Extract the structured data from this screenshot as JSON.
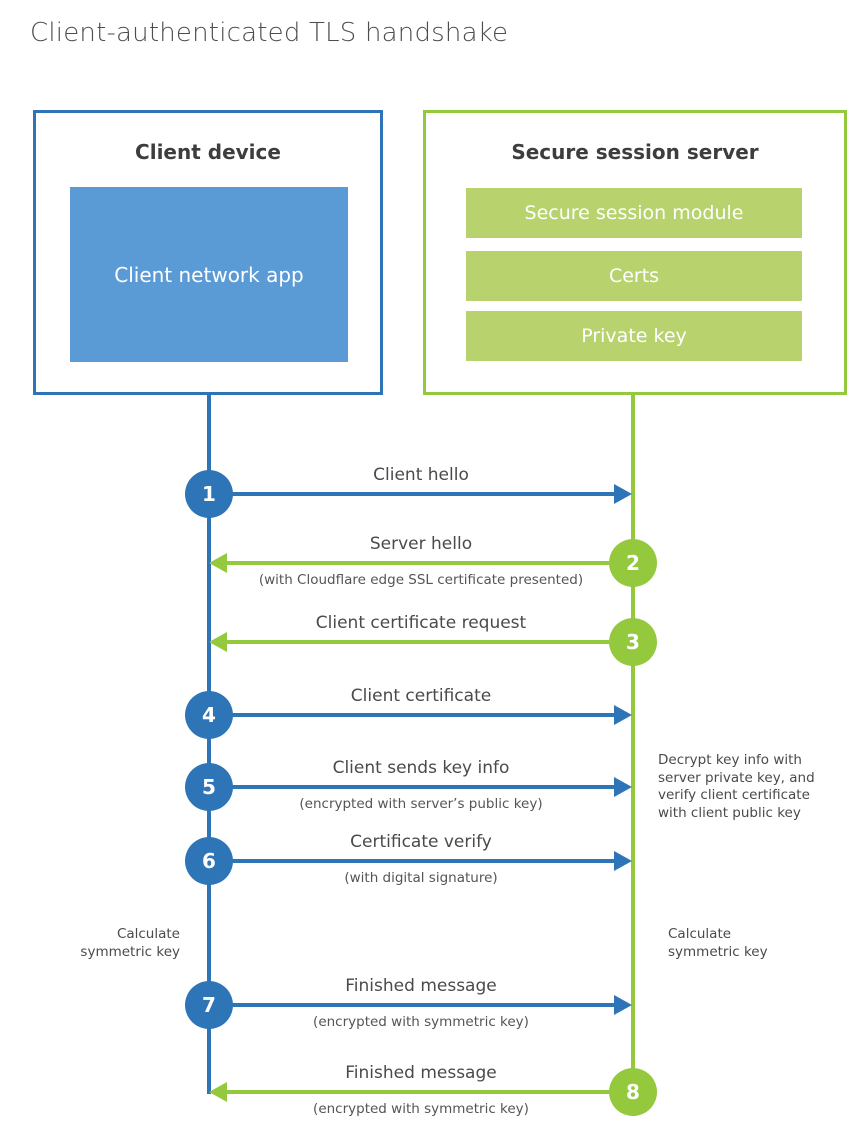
{
  "title": "Client-authenticated TLS handshake",
  "colors": {
    "client_blue": "#2e75b8",
    "client_fill_blue": "#5b9bd5",
    "server_green": "#94c83d",
    "server_fill_green": "#b8d36e"
  },
  "client_box": {
    "title": "Client device",
    "app_label": "Client network app"
  },
  "server_box": {
    "title": "Secure session server",
    "modules": [
      "Secure session module",
      "Certs",
      "Private key"
    ]
  },
  "steps": [
    {
      "num": "1",
      "label": "Client hello",
      "sub": "",
      "direction": "client-to-server",
      "color": "blue"
    },
    {
      "num": "2",
      "label": "Server hello",
      "sub": "(with Cloudflare edge SSL certificate presented)",
      "direction": "server-to-client",
      "color": "green"
    },
    {
      "num": "3",
      "label": "Client certificate request",
      "sub": "",
      "direction": "server-to-client",
      "color": "green"
    },
    {
      "num": "4",
      "label": "Client certificate",
      "sub": "",
      "direction": "client-to-server",
      "color": "blue"
    },
    {
      "num": "5",
      "label": "Client sends key info",
      "sub": "(encrypted with server’s public key)",
      "direction": "client-to-server",
      "color": "blue"
    },
    {
      "num": "6",
      "label": "Certificate verify",
      "sub": "(with digital signature)",
      "direction": "client-to-server",
      "color": "blue"
    },
    {
      "num": "7",
      "label": "Finished message",
      "sub": "(encrypted with symmetric key)",
      "direction": "client-to-server",
      "color": "blue"
    },
    {
      "num": "8",
      "label": "Finished message",
      "sub": "(encrypted with symmetric key)",
      "direction": "server-to-client",
      "color": "green"
    }
  ],
  "annotations": {
    "decrypt_note": "Decrypt key info with server private key, and verify client certificate with client public key",
    "calculate_left": "Calculate symmetric key",
    "calculate_right": "Calculate symmetric key"
  }
}
